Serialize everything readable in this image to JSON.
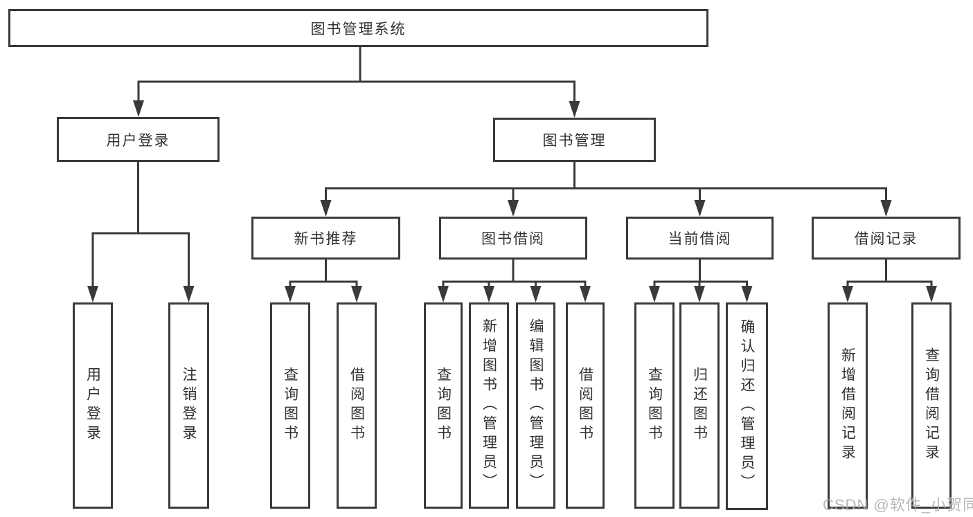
{
  "diagram_title": "图书管理系统",
  "nodes": {
    "root": {
      "label": "图书管理系统"
    },
    "l1": [
      {
        "label": "用户登录"
      },
      {
        "label": "图书管理"
      }
    ],
    "l2": [
      {
        "label": "新书推荐"
      },
      {
        "label": "图书借阅"
      },
      {
        "label": "当前借阅"
      },
      {
        "label": "借阅记录"
      }
    ],
    "leaves": [
      {
        "label": "用户登录",
        "parent": "用户登录"
      },
      {
        "label": "注销登录",
        "parent": "用户登录"
      },
      {
        "label": "查询图书",
        "parent": "新书推荐"
      },
      {
        "label": "借阅图书",
        "parent": "新书推荐"
      },
      {
        "label": "查询图书",
        "parent": "图书借阅"
      },
      {
        "label": "新增图书（管理员）",
        "parent": "图书借阅"
      },
      {
        "label": "编辑图书（管理员）",
        "parent": "图书借阅"
      },
      {
        "label": "借阅图书",
        "parent": "图书借阅"
      },
      {
        "label": "查询图书",
        "parent": "当前借阅"
      },
      {
        "label": "归还图书",
        "parent": "当前借阅"
      },
      {
        "label": "确认归还（管理员）",
        "parent": "当前借阅"
      },
      {
        "label": "新增借阅记录",
        "parent": "借阅记录"
      },
      {
        "label": "查询借阅记录",
        "parent": "借阅记录"
      }
    ]
  },
  "watermark": "CSDN @软件_小贺同学",
  "colors": {
    "line": "#3a3a3a",
    "text": "#303030",
    "watermark": "#aaabae",
    "background": "#ffffff"
  }
}
